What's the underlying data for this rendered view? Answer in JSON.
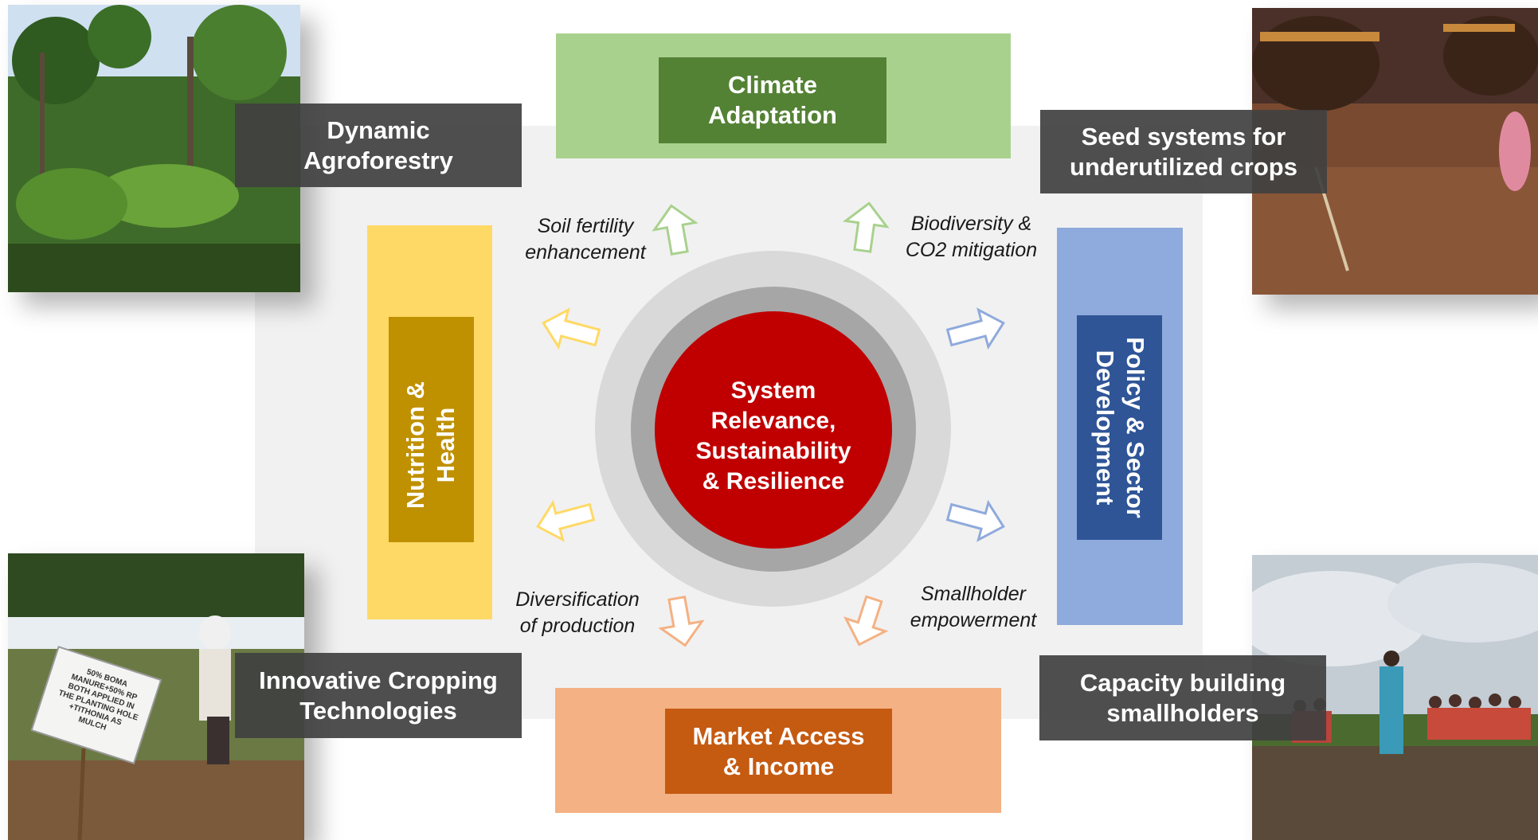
{
  "center": {
    "text": "System\nRelevance,\nSustainability\n& Resilience",
    "color": "#c00000"
  },
  "pillars": {
    "climate": {
      "label": "Climate\nAdaptation",
      "outer_color": "#a9d18e",
      "inner_color": "#548235"
    },
    "nutrition": {
      "label": "Nutrition &\nHealth",
      "outer_color": "#ffd966",
      "inner_color": "#bf9000"
    },
    "policy": {
      "label": "Policy & Sector\nDevelopment",
      "outer_color": "#8faadc",
      "inner_color": "#2f5597"
    },
    "market": {
      "label": "Market Access\n& Income",
      "outer_color": "#f4b183",
      "inner_color": "#c55a11"
    }
  },
  "corner_labels": {
    "agroforestry": "Dynamic\nAgroforestry",
    "seed_systems": "Seed systems for\nunderutilized crops",
    "cropping": "Innovative Cropping\nTechnologies",
    "capacity": "Capacity building\nsmallholders"
  },
  "arrow_labels": {
    "soil": "Soil fertility\nenhancement",
    "biodiversity": "Biodiversity &\nCO2 mitigation",
    "diversification": "Diversification\nof production",
    "smallholder": "Smallholder\nempowerment"
  },
  "photos": {
    "agroforestry": "tropical agroforestry trees and banana plants",
    "seed_systems": "hands sowing seeds in soil",
    "cropping": "farmer planting in field with sign",
    "capacity": "group of smallholder farmers in field"
  },
  "photo_sign_text": "50% BOMA\nMANURE+50% RP\nBOTH APPLIED IN\nTHE PLANTING HOLE\n+TITHONIA AS\nMULCH"
}
